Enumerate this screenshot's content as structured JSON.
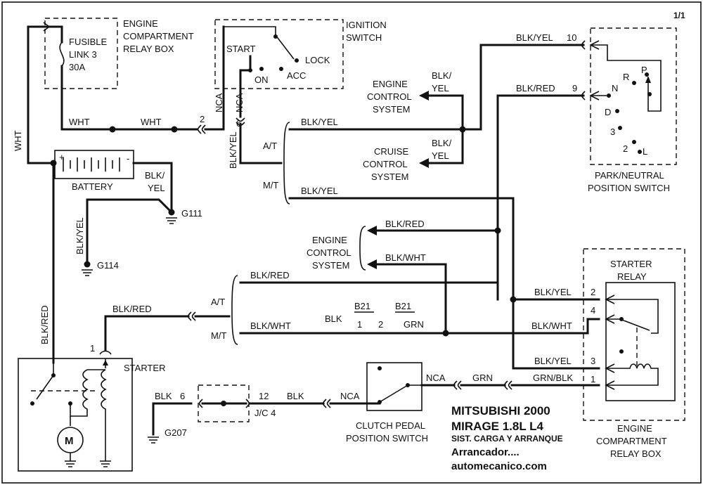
{
  "page_label": "1/1",
  "boxes": {
    "engine_relay_box_top": [
      "ENGINE",
      "COMPARTMENT",
      "RELAY BOX"
    ],
    "fusible_link": [
      "FUSIBLE",
      "LINK 3",
      "30A"
    ],
    "ignition_switch": [
      "IGNITION",
      "SWITCH"
    ],
    "ignition_positions": {
      "start": "START",
      "on": "ON",
      "acc": "ACC",
      "lock": "LOCK"
    },
    "park_neutral": [
      "PARK/NEUTRAL",
      "POSITION SWITCH"
    ],
    "pn_positions": {
      "p": "P",
      "r": "R",
      "n": "N",
      "d": "D",
      "three": "3",
      "two": "2",
      "l": "L"
    },
    "starter_relay": [
      "STARTER",
      "RELAY"
    ],
    "engine_relay_box_bottom": [
      "ENGINE",
      "COMPARTMENT",
      "RELAY BOX"
    ],
    "battery": "BATTERY",
    "starter": "STARTER",
    "motor": "M",
    "clutch_switch": [
      "CLUTCH PEDAL",
      "POSITION SWITCH"
    ],
    "jc": "J/C 4"
  },
  "modules": {
    "ecs_top": [
      "ENGINE",
      "CONTROL",
      "SYSTEM"
    ],
    "cruise": [
      "CRUISE",
      "CONTROL",
      "SYSTEM"
    ],
    "ecs_mid": [
      "ENGINE",
      "CONTROL",
      "SYSTEM"
    ]
  },
  "wires": {
    "wht_vertical": "WHT",
    "wht1": "WHT",
    "wht2": "WHT",
    "nca_a": "NCA",
    "nca_b": "NCA",
    "blk_yel_vert": "BLK/YEL",
    "blk_yel_batt": [
      "BLK/",
      "YEL"
    ],
    "blk_yel_g114": "BLK/YEL",
    "blk_red_vert": "BLK/RED",
    "blk_yel_top": "BLK/YEL",
    "blk_yel_ecs": [
      "BLK/",
      "YEL"
    ],
    "blk_yel_cruise": [
      "BLK/",
      "YEL"
    ],
    "blk_yel_mt": "BLK/YEL",
    "blk_yel_pin10": "BLK/YEL",
    "blk_red_pin9": "BLK/RED",
    "blk_red_ecs": "BLK/RED",
    "blk_wht_ecs": "BLK/WHT",
    "blk_red_at": "BLK/RED",
    "blk_red_starter": "BLK/RED",
    "blk_wht_mt": "BLK/WHT",
    "blk_yel_relay2": "BLK/YEL",
    "blk_wht_relay4": "BLK/WHT",
    "blk_yel_relay3": "BLK/YEL",
    "grn_blk_relay1": "GRN/BLK",
    "nca_clutch": "NCA",
    "grn": "GRN",
    "blk_g207": "BLK",
    "blk_jc": "BLK",
    "nca_jc": "NCA"
  },
  "splits": {
    "at_top": "A/T",
    "mt_top": "M/T",
    "at_bottom": "A/T",
    "mt_bottom": "M/T"
  },
  "pins": {
    "p2": "2",
    "p6": "6",
    "p10": "10",
    "p9": "9",
    "p1_starter": "1",
    "relay_2": "2",
    "relay_4": "4",
    "relay_3": "3",
    "relay_1": "1",
    "g207_6": "6",
    "jc_12": "12"
  },
  "connector_table": {
    "b21a": "B21",
    "b21b": "B21",
    "blk": "BLK",
    "n1": "1",
    "n2": "2",
    "grn": "GRN"
  },
  "grounds": {
    "g111": "G111",
    "g114": "G114",
    "g207": "G207"
  },
  "footer": {
    "title1": "MITSUBISHI 2000",
    "title2": "MIRAGE  1.8L  L4",
    "subtitle": "SIST. CARGA Y ARRANQUE",
    "subtitle2": "Arrancador....",
    "site": "automecanico.com"
  }
}
